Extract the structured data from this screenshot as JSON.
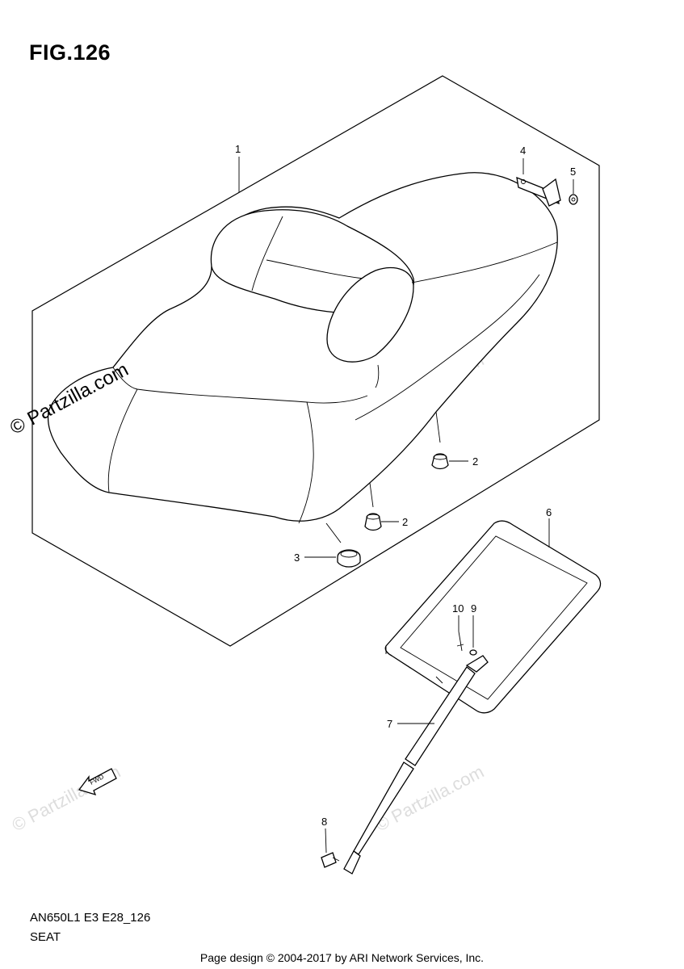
{
  "figure": {
    "title": "FIG.126",
    "model_code": "AN650L1 E3 E28_126",
    "section_name": "SEAT"
  },
  "callouts": {
    "c1": "1",
    "c2a": "2",
    "c2b": "2",
    "c3": "3",
    "c4": "4",
    "c5": "5",
    "c6": "6",
    "c7": "7",
    "c8": "8",
    "c9": "9",
    "c10": "10"
  },
  "fwd_label": "FWD",
  "watermark": "© Partzilla.com",
  "footer": "Page design © 2004-2017 by ARI Network Services, Inc."
}
